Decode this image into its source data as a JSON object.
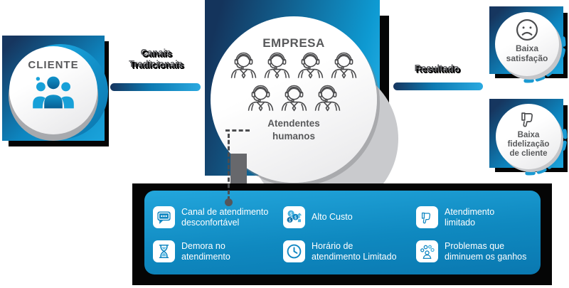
{
  "palette": {
    "navy": "#16365f",
    "bright_blue": "#1aa4dc",
    "mid_blue": "#0d86c0",
    "panel_top": "#23a6dc",
    "panel_bottom": "#0a78b0",
    "icon_blue": "#1287c2",
    "text_gray": "#58595b",
    "dashed_arc_blue": "#1b9ad2"
  },
  "cliente": {
    "title": "CLIENTE",
    "icon": "people-group-icon"
  },
  "connectors": {
    "channels_label": "Canais\nTradicionais",
    "result_label": "Resultado"
  },
  "empresa": {
    "title": "EMPRESA",
    "subtitle": "Atendentes\nhumanos",
    "agents_rows": [
      4,
      3
    ],
    "agent_icon": "headset-agent-icon"
  },
  "results": [
    {
      "icon": "sad-face-icon",
      "label": "Baixa\nsatisfação"
    },
    {
      "icon": "thumbs-down-icon",
      "label": "Baixa\nfidelização\nde cliente"
    }
  ],
  "problems": [
    {
      "icon": "chat-bubble-icon",
      "label": "Canal de atendimento\ndesconfortável"
    },
    {
      "icon": "coins-icon",
      "label": "Alto Custo"
    },
    {
      "icon": "thumbs-down-icon",
      "label": "Atendimento\nlimitado"
    },
    {
      "icon": "hourglass-icon",
      "label": "Demora no\natendimento"
    },
    {
      "icon": "clock-icon",
      "label": "Horário de\natendimento Limitado"
    },
    {
      "icon": "person-problems-icon",
      "label": "Problemas que\ndiminuem os ganhos"
    }
  ]
}
